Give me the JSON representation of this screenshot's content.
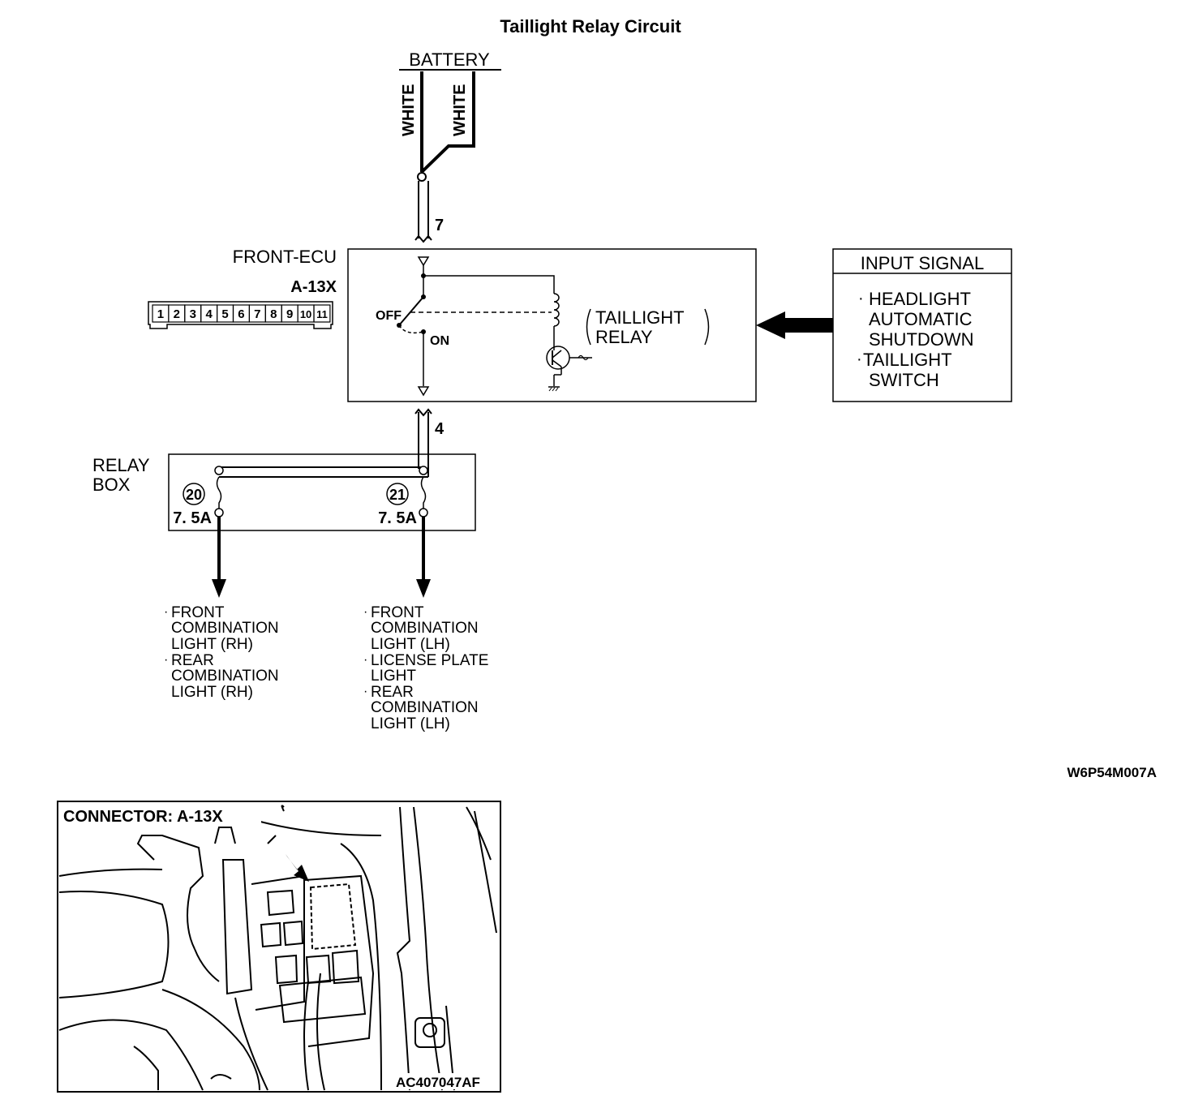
{
  "title": "Taillight Relay Circuit",
  "battery": {
    "label": "BATTERY",
    "wire_left": "WHITE",
    "wire_right": "WHITE"
  },
  "wire_7": "7",
  "wire_4": "4",
  "ecu": {
    "name": "FRONT-ECU",
    "connector": "A-13X",
    "pins": [
      "1",
      "2",
      "3",
      "4",
      "5",
      "6",
      "7",
      "8",
      "9",
      "10",
      "11"
    ],
    "switch_off": "OFF",
    "switch_on": "ON",
    "relay_line1": "TAILLIGHT",
    "relay_line2": "RELAY"
  },
  "input_signal": {
    "header": "INPUT SIGNAL",
    "items": [
      [
        "HEADLIGHT",
        "AUTOMATIC",
        "SHUTDOWN"
      ],
      [
        "TAILLIGHT",
        "SWITCH"
      ]
    ]
  },
  "relay_box": {
    "label_line1": "RELAY",
    "label_line2": "BOX",
    "fuse_left": {
      "number": "20",
      "rating": "7. 5A"
    },
    "fuse_right": {
      "number": "21",
      "rating": "7. 5A"
    }
  },
  "outputs_left": [
    [
      "FRONT",
      "COMBINATION",
      "LIGHT (RH)"
    ],
    [
      "REAR",
      "COMBINATION",
      "LIGHT (RH)"
    ]
  ],
  "outputs_right": [
    [
      "FRONT",
      "COMBINATION",
      "LIGHT (LH)"
    ],
    [
      "LICENSE PLATE",
      "LIGHT"
    ],
    [
      "REAR",
      "COMBINATION",
      "LIGHT (LH)"
    ]
  ],
  "figure_code": "W6P54M007A",
  "photo": {
    "label": "CONNECTOR: A-13X",
    "code": "AC407047AF"
  }
}
